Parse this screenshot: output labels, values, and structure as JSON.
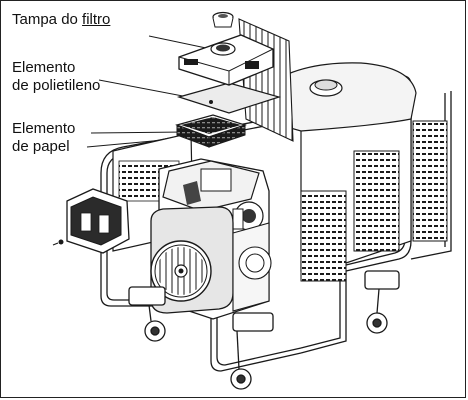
{
  "labels": {
    "filter_cover": {
      "prefix": "Tampa do ",
      "underlined": "filtro"
    },
    "poly_element": {
      "line1": "Elemento",
      "line2": "de polietileno"
    },
    "paper_element": {
      "line1": "Elemento",
      "line2": "de papel"
    }
  },
  "colors": {
    "line": "#1a1a1a",
    "dark": "#2b2b2b",
    "grey": "#9a9a9a",
    "light": "#d8d8d8"
  }
}
